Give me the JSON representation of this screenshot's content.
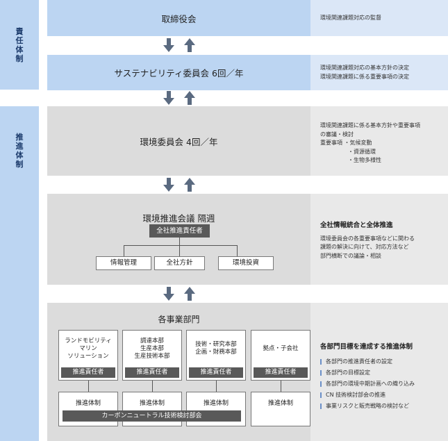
{
  "side": {
    "governance": [
      "責",
      "任",
      "体",
      "制"
    ],
    "promotion": [
      "推",
      "進",
      "体",
      "制"
    ]
  },
  "board": {
    "title": "取締役会",
    "note": "環境関連課題対応の監督"
  },
  "sustainability": {
    "title": "サステナビリティ委員会 6回／年",
    "notes": [
      "環境関連課題対応の基本方針の決定",
      "環境関連課題に係る重要事項の決定"
    ]
  },
  "environment_committee": {
    "title": "環境委員会 4回／年",
    "notes": [
      "環境関連課題に係る基本方針や重要事項",
      "の審議・検討"
    ],
    "items_label": "重要事項 ・気候変動",
    "items": [
      "・資源循環",
      "・生物多様性"
    ]
  },
  "council": {
    "title": "環境推進会議 隔週",
    "head": "全社推進責任者",
    "boxes": [
      "情報管理",
      "全社方針",
      "環境投資"
    ],
    "note_head": "全社情報統合と全体推進",
    "notes": [
      "環境委員会の各重要事項などに関わる",
      "課題の解決に向けて、対応方法など",
      "部門横断での議論・相談"
    ]
  },
  "departments": {
    "title": "各事業部門",
    "units": [
      {
        "name": "ランドモビリティ\nマリン\nソリューション",
        "head": "推進責任者",
        "system": "推進体制"
      },
      {
        "name": "調達本部\n生産本部\n生産技術本部",
        "head": "推進責任者",
        "system": "推進体制"
      },
      {
        "name": "技術・研究本部\n企画・財務本部",
        "head": "推進責任者",
        "system": "推進体制"
      },
      {
        "name": "拠点・子会社",
        "head": "推進責任者",
        "system": "推進体制"
      }
    ],
    "cn_bar": "カーボンニュートラル技術検討部会",
    "note_head": "各部門目標を達成する推進体制",
    "bullets": [
      "各部門の推進責任者の設定",
      "各部門の目標設定",
      "各部門の環境中期計画への織り込み",
      "CN 技術検討部会の推進",
      "事業リスクと販売戦略の検討など"
    ]
  }
}
